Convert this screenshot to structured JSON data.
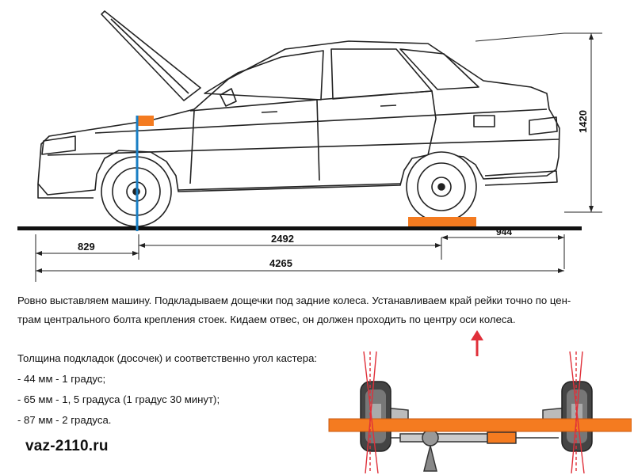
{
  "dimensions": {
    "front_overhang": "829",
    "wheelbase": "2492",
    "rear_overhang": "944",
    "length": "4265",
    "height": "1420"
  },
  "description": {
    "paragraph_line1": "Ровно выставляем машину. Подкладываем дощечки под задние колеса. Устанавливаем край рейки точно по цен-",
    "paragraph_line2": "трам центрального болта крепления стоек. Кидаем отвес, он должен проходить по центру оси колеса."
  },
  "specs": {
    "heading": "Толщина подкладок (досочек) и соответственно угол кастера:",
    "items": [
      "- 44 мм - 1 градус;",
      "- 65 мм - 1, 5 градуса (1 градус 30 минут);",
      "- 87 мм - 2 градуса."
    ]
  },
  "site": "vaz-2110.ru",
  "colors": {
    "plumb_line": "#1a7fc4",
    "board": "#f47b20",
    "caster_line": "#e0303a",
    "line_art": "#222222"
  }
}
